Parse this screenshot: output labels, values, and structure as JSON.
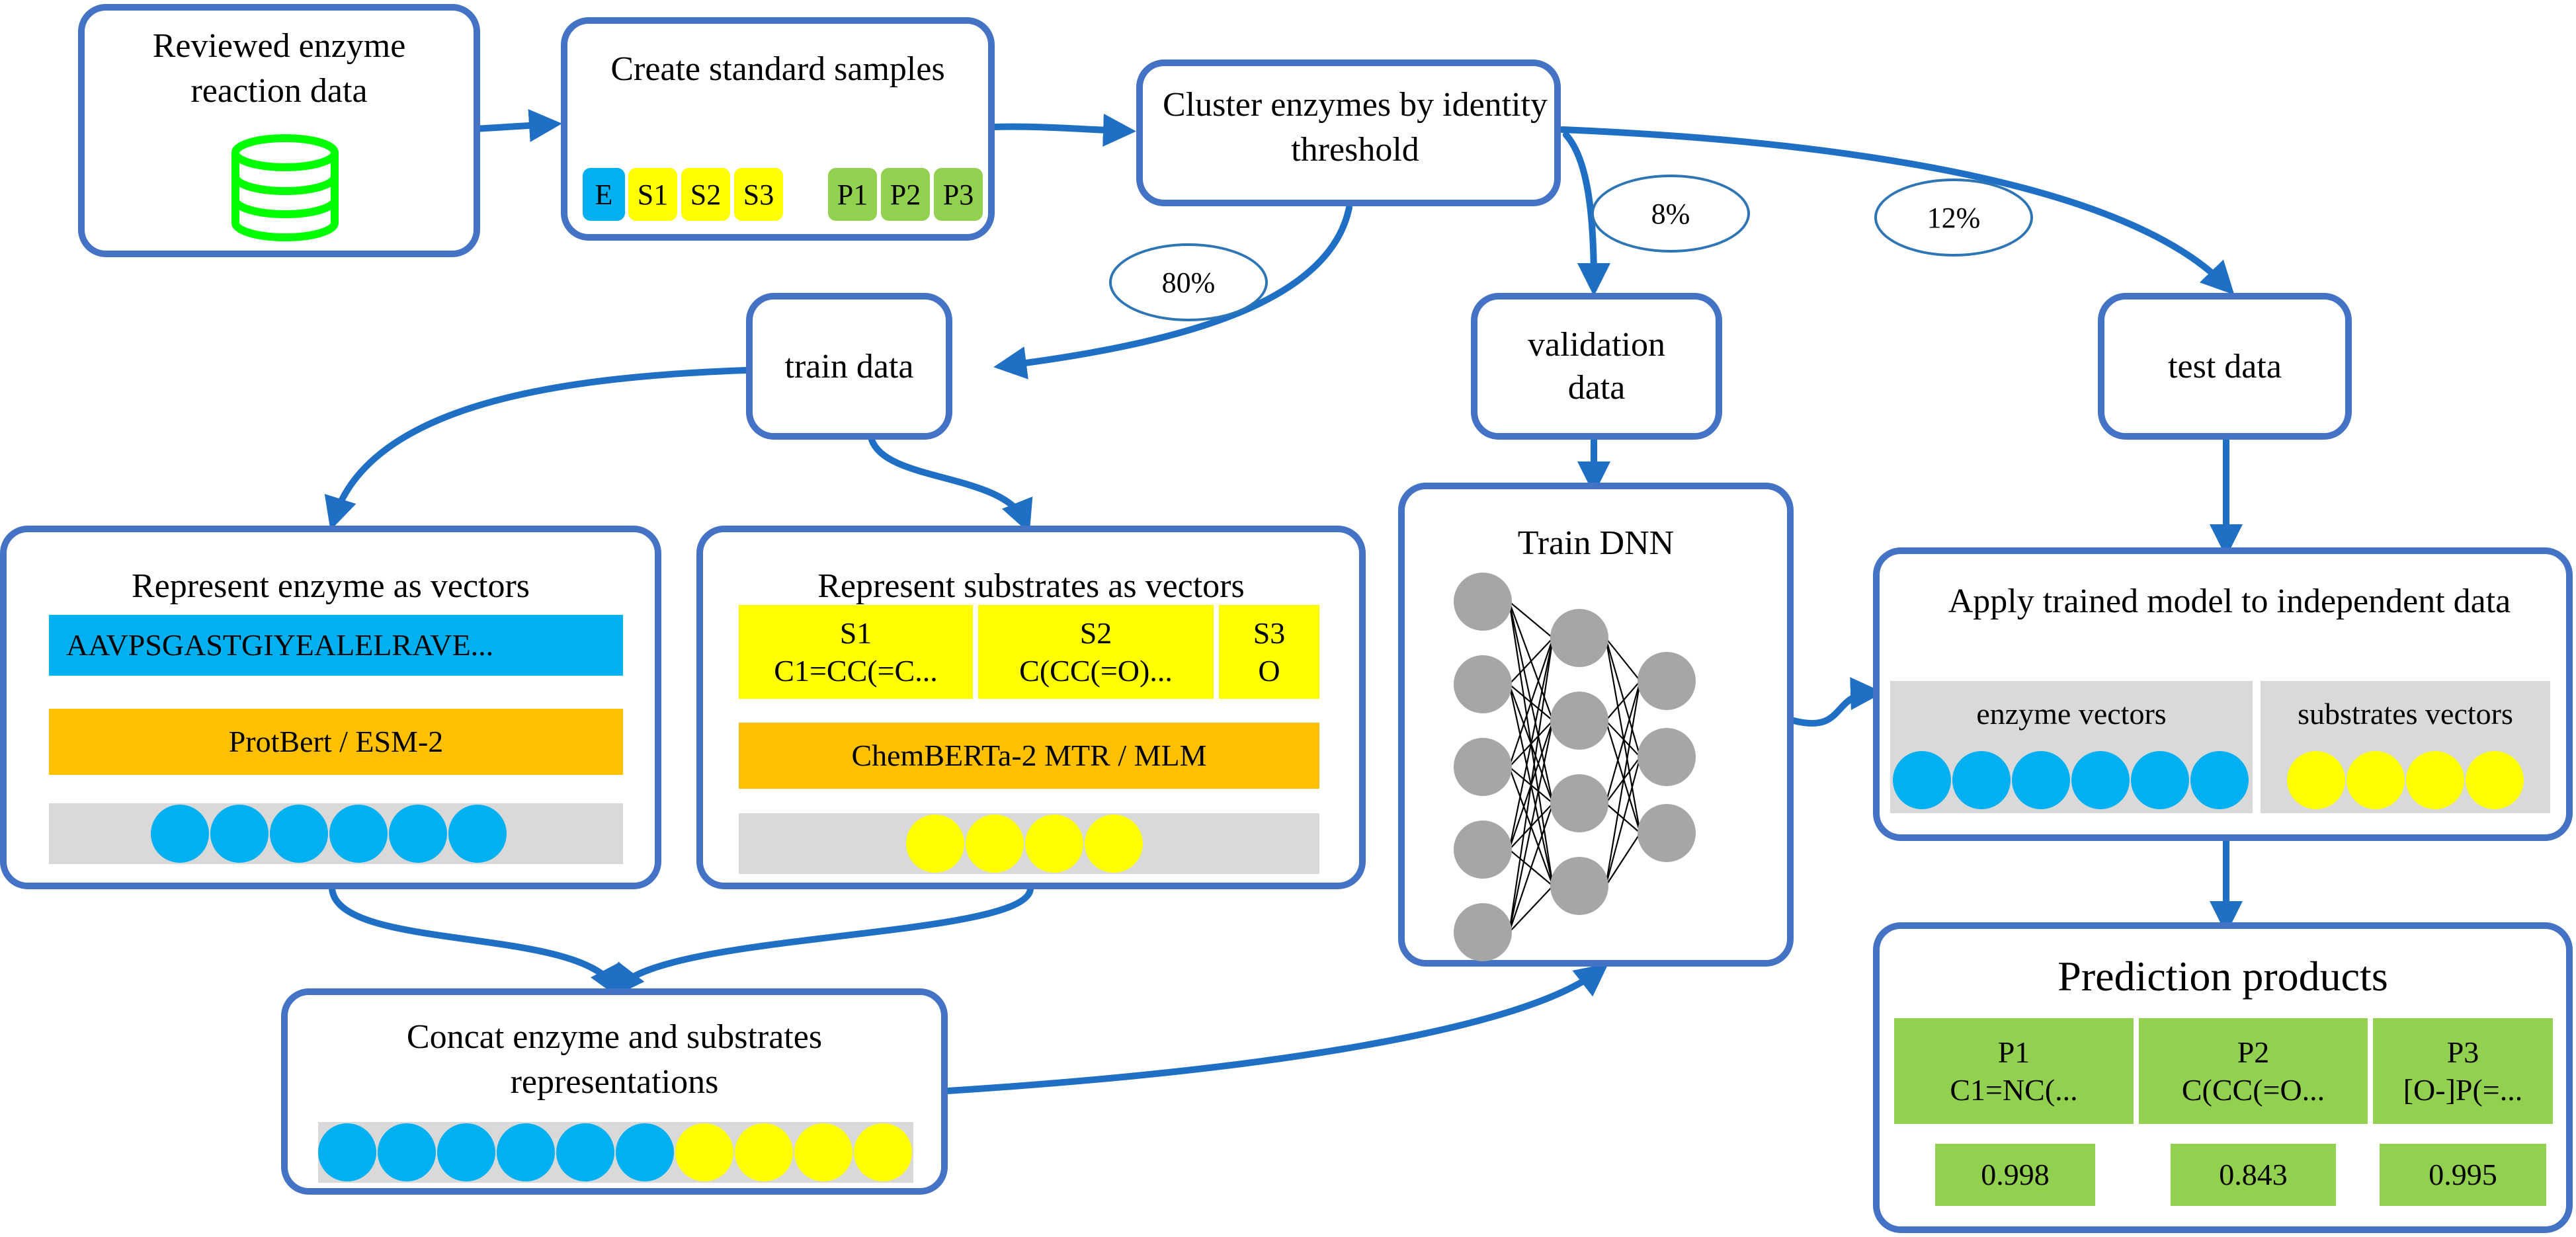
{
  "colors": {
    "border": "#4472C4",
    "arrow": "#1F6FC5",
    "enzyme_blue": "#00B0F0",
    "substrate_yellow": "#FFFF00",
    "product_green": "#92D050",
    "model_orange": "#FFC000",
    "vector_gray": "#D9D9D9",
    "database_green": "#00FF00",
    "neuron_gray": "#A6A6A6"
  },
  "reviewed": {
    "title": "Reviewed enzyme reaction data",
    "icon": "database-icon"
  },
  "standard": {
    "title": "Create standard samples",
    "chips": [
      "E",
      "S1",
      "S2",
      "S3",
      "P1",
      "P2",
      "P3"
    ]
  },
  "cluster": {
    "title": "Cluster enzymes by identity threshold"
  },
  "splits": {
    "train": "80%",
    "validation": "8%",
    "test": "12%"
  },
  "train": {
    "title": "train data"
  },
  "validation": {
    "title": "validation data"
  },
  "test": {
    "title": "test data"
  },
  "enzyme_rep": {
    "title": "Represent enzyme as vectors",
    "sequence": "AAVPSGASTGIYEALELRAVE...",
    "model": "ProtBert / ESM-2",
    "dot_count": 6
  },
  "substrate_rep": {
    "title": "Represent substrates as vectors",
    "substrates": [
      {
        "name": "S1",
        "smiles": "C1=CC(=C..."
      },
      {
        "name": "S2",
        "smiles": "C(CC(=O)..."
      },
      {
        "name": "S3",
        "smiles": "O"
      }
    ],
    "model": "ChemBERTa-2 MTR / MLM",
    "dot_count": 4
  },
  "concat": {
    "title": "Concat enzyme and substrates representations",
    "enzyme_dots": 6,
    "substrate_dots": 4
  },
  "dnn": {
    "title": "Train DNN",
    "layers": [
      5,
      4,
      3
    ]
  },
  "apply": {
    "title": "Apply trained model to independent data",
    "enzyme_label": "enzyme vectors",
    "substrate_label": "substrates vectors",
    "enzyme_dots": 6,
    "substrate_dots": 4
  },
  "prediction": {
    "title": "Prediction products",
    "products": [
      {
        "name": "P1",
        "smiles": "C1=NC(...",
        "score": "0.998"
      },
      {
        "name": "P2",
        "smiles": "C(CC(=O...",
        "score": "0.843"
      },
      {
        "name": "P3",
        "smiles": "[O-]P(=...",
        "score": "0.995"
      }
    ]
  }
}
